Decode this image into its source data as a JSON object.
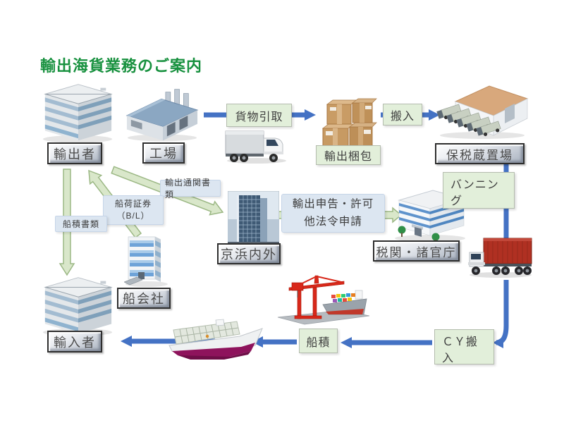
{
  "title": "輸出海貨業務のご案内",
  "colors": {
    "title_green": "#18913f",
    "arrow_blue": "#4472c4",
    "garrow_fill": "#d9e7ca",
    "garrow_stroke": "#9cb885",
    "green_box_bg": "#e2efda",
    "green_box_border": "#b4bcae",
    "blue_box_bg": "#dce6f1",
    "blue_box_border": "#c6d5e8",
    "label_text": "#4a4a4a"
  },
  "entities": {
    "exporter": "輸出者",
    "factory": "工場",
    "export_packing": "輸出梱包",
    "bonded_warehouse": "保税蔵置場",
    "keihin_naigai": "京浜内外",
    "customs_offices": "税関・諸官庁",
    "shipping_company": "船会社",
    "importer": "輸入者"
  },
  "process": {
    "cargo_pickup": "貨物引取",
    "carry_in": "搬入",
    "vanning": "バンニング",
    "cy_carry_in": "ＣＹ搬入",
    "loading": "船積"
  },
  "documents": {
    "export_customs_docs": "輸出通関書類",
    "bl_line1": "船荷証券",
    "bl_line2": "（B/L）",
    "shipping_docs": "船積書類",
    "declaration_line1": "輸出申告・許可",
    "declaration_line2": "他法令申請"
  },
  "icons": [
    "office-building-icon",
    "factory-icon",
    "cargo-truck-icon",
    "packing-boxes-icon",
    "warehouse-icon",
    "keihin-building-photo",
    "government-building-icon",
    "container-truck-icon",
    "shipping-company-building-icon",
    "container-ship-icon",
    "port-crane-icon"
  ]
}
